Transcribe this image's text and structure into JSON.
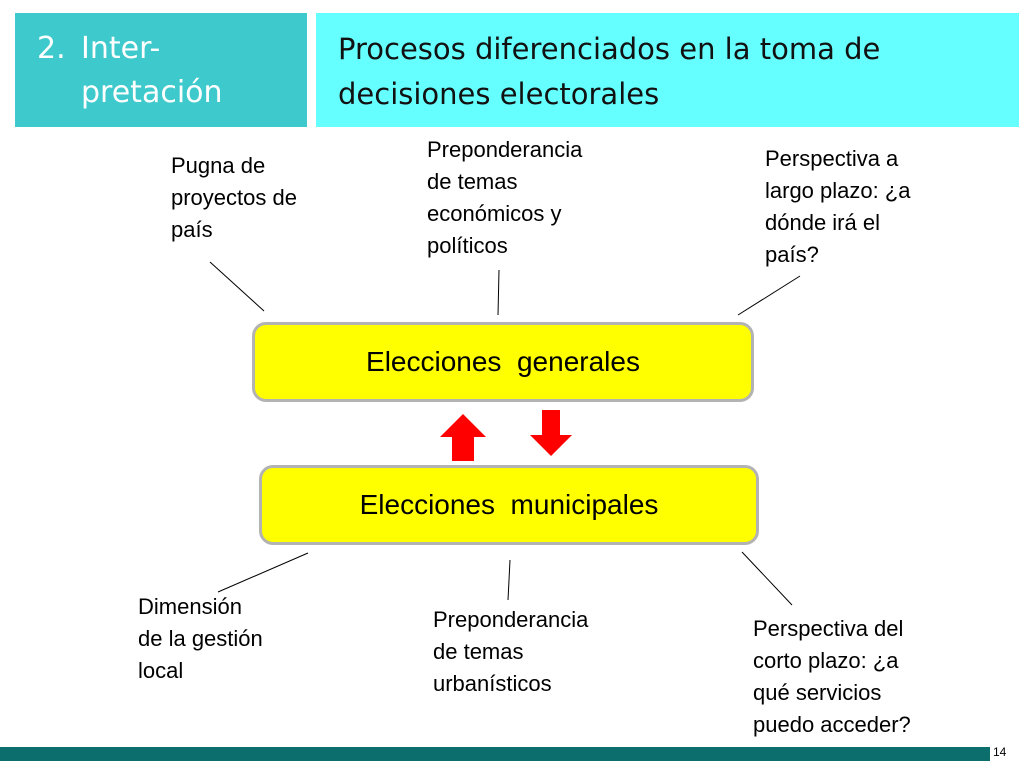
{
  "section": {
    "number": "2.",
    "line1": "Inter-",
    "line2": "pretación",
    "color": "#3ec9cc"
  },
  "title": {
    "line1": "Procesos diferenciados en la toma de",
    "line2": "decisiones electorales",
    "color": "#66ffff"
  },
  "nodes": {
    "generales": "Elecciones  generales",
    "municipales": "Elecciones  municipales",
    "fill": "#ffff00"
  },
  "top_notes": [
    {
      "lines": [
        "Pugna de",
        "proyectos de",
        "país"
      ]
    },
    {
      "lines": [
        "Preponderancia",
        "de temas",
        "económicos y",
        "políticos"
      ]
    },
    {
      "lines": [
        "Perspectiva a",
        "largo plazo: ¿a",
        "dónde irá el",
        "país?"
      ]
    }
  ],
  "bottom_notes": [
    {
      "lines": [
        "Dimensión",
        "de la gestión",
        "local"
      ]
    },
    {
      "lines": [
        "Preponderancia",
        "de temas",
        "urbanísticos"
      ]
    },
    {
      "lines": [
        "Perspectiva del",
        "corto plazo: ¿a",
        "qué servicios",
        "puedo acceder?"
      ]
    }
  ],
  "arrow_color": "#ff0000",
  "footer": {
    "page_number": "14",
    "bar_color": "#0d6e6e"
  }
}
